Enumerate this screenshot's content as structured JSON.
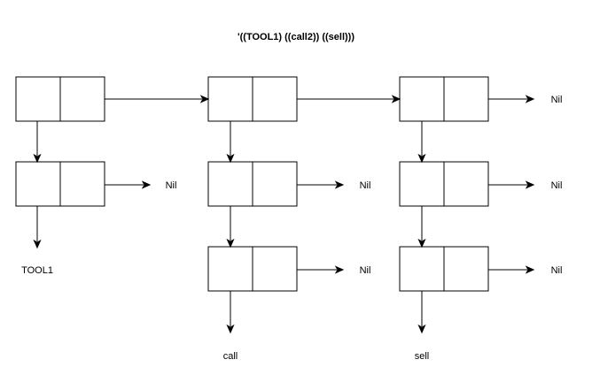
{
  "title": "'((TOOL1) ((call2)) ((sell)))",
  "nil_label": "Nil",
  "atoms": {
    "tool": "TOOL1",
    "call": "call",
    "sell": "sell"
  },
  "colors": {
    "stroke": "#000000",
    "background": "#ffffff"
  }
}
